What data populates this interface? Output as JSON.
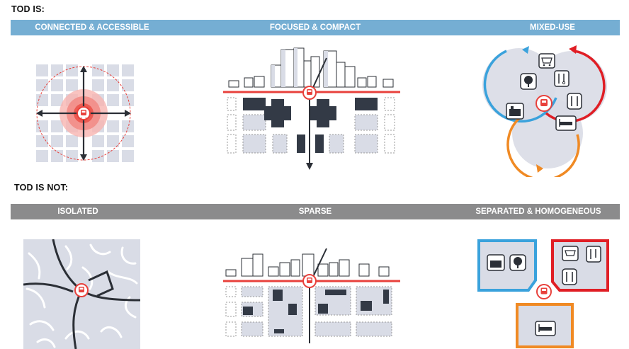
{
  "is_section": {
    "title": "TOD IS:",
    "labels": [
      "CONNECTED & ACCESSIBLE",
      "FOCUSED & COMPACT",
      "MIXED-USE"
    ]
  },
  "is_not_section": {
    "title": "TOD IS NOT:",
    "labels": [
      "ISOLATED",
      "SPARSE",
      "SEPARATED & HOMOGENEOUS"
    ]
  },
  "colors": {
    "band_blue": "#75aed3",
    "band_gray": "#8b8b8c",
    "transit_red": "#e8413c",
    "ring_blue": "#3aa2dc",
    "ring_red": "#e01e25",
    "ring_orange": "#f08a24",
    "block_light": "#d9dce6",
    "block_dark": "#333a46"
  },
  "icons": {
    "station": "train-station-icon",
    "shop": "shopping-cart-icon",
    "park": "tree-icon",
    "services": "scissors-icon",
    "food": "fork-knife-icon",
    "office": "building-icon",
    "home": "bed-icon"
  }
}
